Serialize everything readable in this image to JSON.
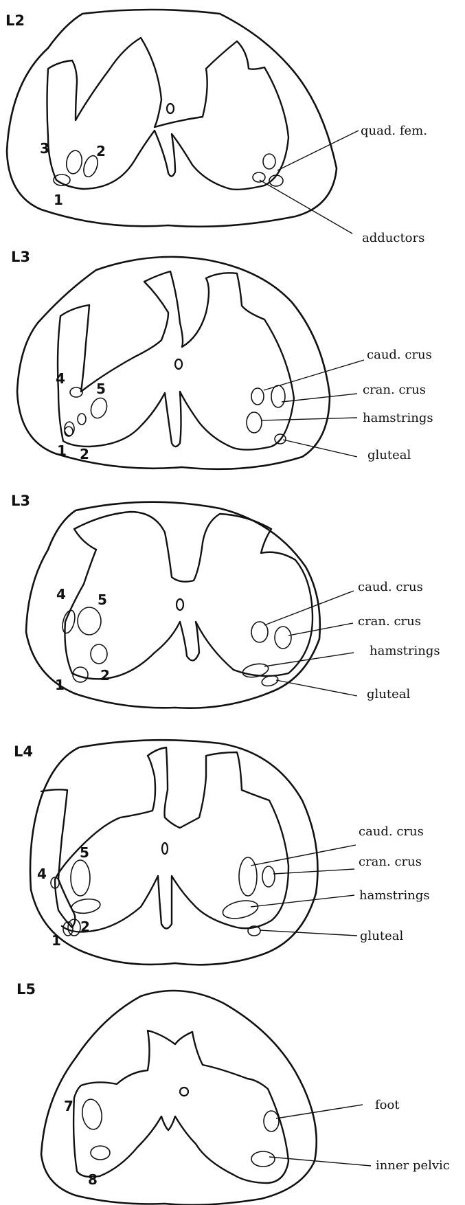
{
  "sections": [
    {
      "id": "L2a",
      "label": "L2",
      "numbers": [
        "3",
        "2",
        "1"
      ],
      "labels": [
        "quad. fem.",
        "adductors"
      ]
    },
    {
      "id": "L3a",
      "label": "L3",
      "numbers": [
        "4",
        "5",
        "1",
        "2"
      ],
      "labels": [
        "caud. crus",
        "cran. crus",
        "hamstrings",
        "gluteal"
      ]
    },
    {
      "id": "L3b",
      "label": "L3",
      "numbers": [
        "4",
        "5",
        "1",
        "2"
      ],
      "labels": [
        "caud. crus",
        "cran. crus",
        "hamstrings",
        "gluteal"
      ]
    },
    {
      "id": "L4",
      "label": "L4",
      "numbers": [
        "5",
        "4",
        "2",
        "1"
      ],
      "labels": [
        "caud. crus",
        "cran. crus",
        "hamstrings",
        "gluteal"
      ]
    },
    {
      "id": "L5",
      "label": "L5",
      "numbers": [
        "7",
        "8"
      ],
      "labels": [
        "foot",
        "inner pelvic"
      ]
    }
  ]
}
